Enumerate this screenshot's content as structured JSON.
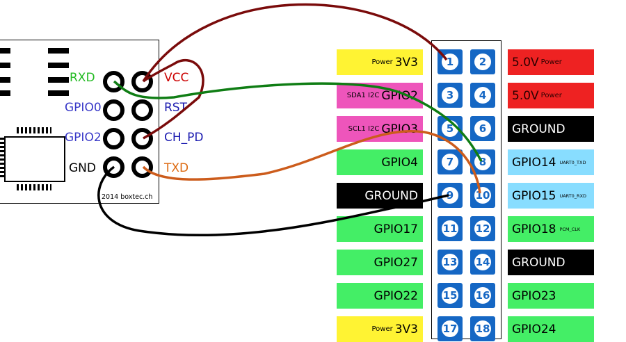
{
  "module": {
    "pins": {
      "rxd": "RXD",
      "vcc": "VCC",
      "gpio0": "GPIO0",
      "rst": "RST",
      "gpio2": "GPIO2",
      "ch_pd": "CH_PD",
      "gnd": "GND",
      "txd": "TXD"
    },
    "copyright": "2014 boxtec.ch"
  },
  "colors": {
    "rxd": "#22bb22",
    "vcc": "#cc0000",
    "gpio_blue": "#3838c8",
    "rst": "#1b1bb0",
    "ch_pd": "#1b1bb0",
    "txd": "#dd6a10",
    "pin_blue": "#1567c4",
    "wire_vcc": "#7a0b0b",
    "wire_rxd": "#0f7d14",
    "wire_txd": "#cc5c1c",
    "wire_gnd": "#000000",
    "label_power": "#fff333",
    "label_5v": "#ee2222",
    "label_i2c": "#ee55bb",
    "label_gpio": "#44ee66",
    "label_ground": "#000000",
    "label_uart": "#88ddff"
  },
  "pi": {
    "pins": [
      "1",
      "2",
      "3",
      "4",
      "5",
      "6",
      "7",
      "8",
      "9",
      "10",
      "11",
      "12",
      "13",
      "14",
      "15",
      "16",
      "17",
      "18"
    ],
    "left": [
      {
        "prefix": "Power",
        "main": "3V3",
        "type": "power"
      },
      {
        "prefix": "SDA1 I2C",
        "main": "GPIO2",
        "type": "i2c"
      },
      {
        "prefix": "SCL1 I2C",
        "main": "GPIO3",
        "type": "i2c"
      },
      {
        "prefix": "",
        "main": "GPIO4",
        "type": "gpio"
      },
      {
        "prefix": "",
        "main": "GROUND",
        "type": "ground"
      },
      {
        "prefix": "",
        "main": "GPIO17",
        "type": "gpio"
      },
      {
        "prefix": "",
        "main": "GPIO27",
        "type": "gpio"
      },
      {
        "prefix": "",
        "main": "GPIO22",
        "type": "gpio"
      },
      {
        "prefix": "Power",
        "main": "3V3",
        "type": "power"
      }
    ],
    "right": [
      {
        "main": "5.0V",
        "suffix": "Power",
        "type": "5v"
      },
      {
        "main": "5.0V",
        "suffix": "Power",
        "type": "5v"
      },
      {
        "main": "GROUND",
        "suffix": "",
        "type": "ground"
      },
      {
        "main": "GPIO14",
        "suffix": "UART0_TXD",
        "type": "uart"
      },
      {
        "main": "GPIO15",
        "suffix": "UART0_RXD",
        "type": "uart"
      },
      {
        "main": "GPIO18",
        "suffix": "PCM_CLK",
        "type": "gpio"
      },
      {
        "main": "GROUND",
        "suffix": "",
        "type": "ground"
      },
      {
        "main": "GPIO23",
        "suffix": "",
        "type": "gpio"
      },
      {
        "main": "GPIO24",
        "suffix": "",
        "type": "gpio"
      }
    ]
  },
  "connections": [
    {
      "from": "VCC",
      "to": "1",
      "color": "wire_vcc"
    },
    {
      "from": "RXD",
      "to": "8",
      "color": "wire_rxd"
    },
    {
      "from": "TXD",
      "to": "10",
      "color": "wire_txd"
    },
    {
      "from": "GND",
      "to": "9",
      "color": "wire_gnd"
    },
    {
      "from": "CH_PD",
      "to": "VCC",
      "color": "wire_vcc"
    }
  ]
}
